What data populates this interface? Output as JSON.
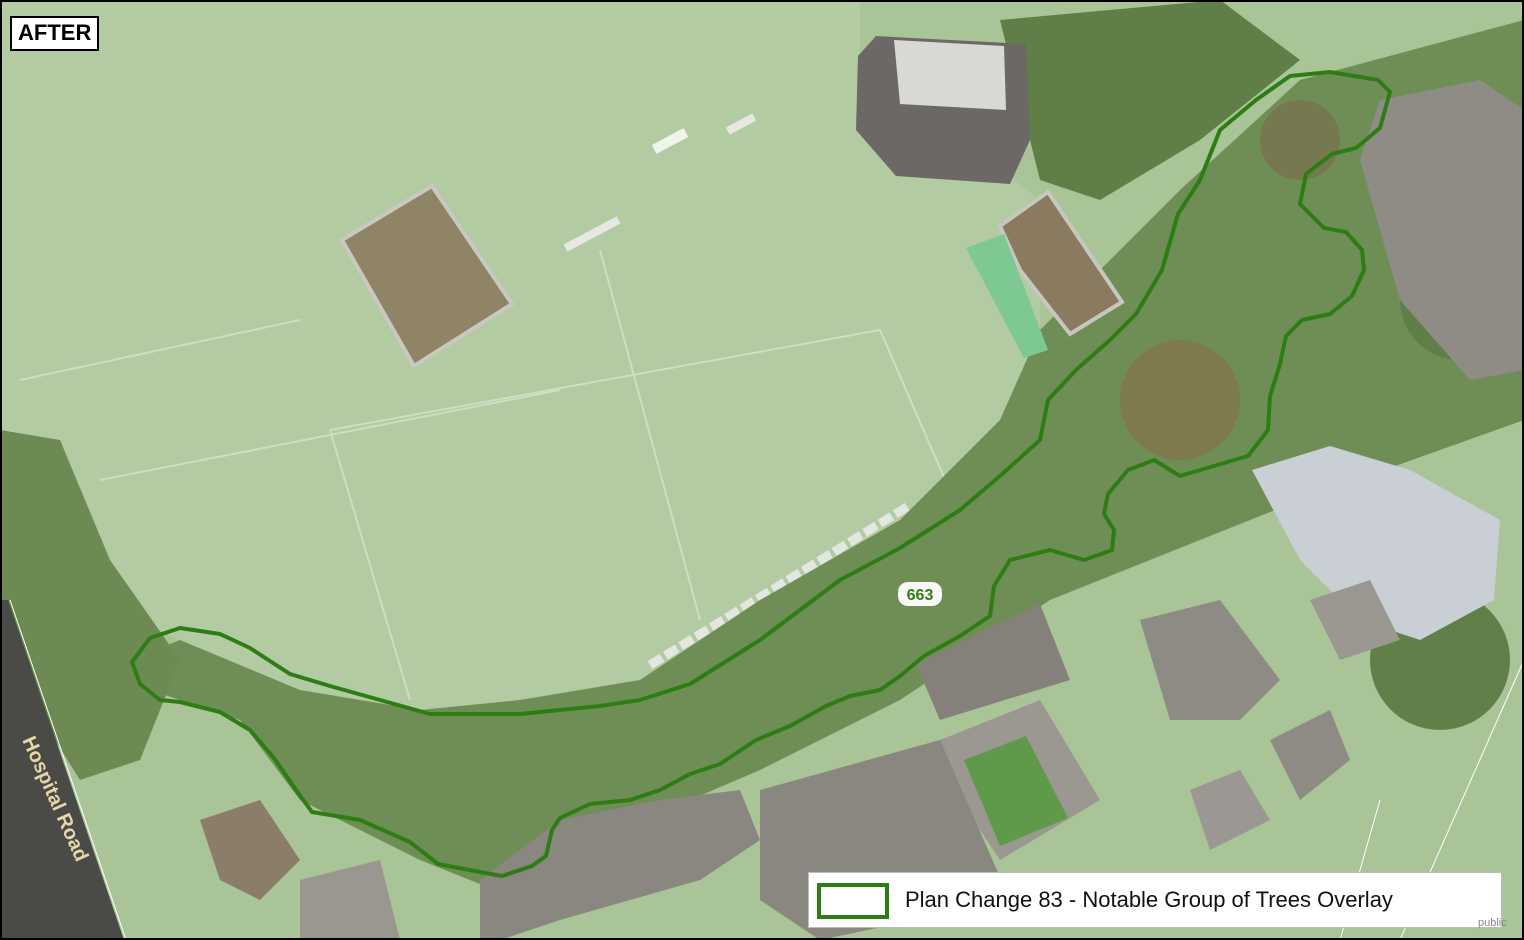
{
  "view_label": "AFTER",
  "road_name": "Hospital Road",
  "overlay_id": "663",
  "legend": {
    "label": "Plan Change 83 - Notable Group of Trees Overlay",
    "outline_color": "#2e7d14"
  },
  "credit": "public",
  "colors": {
    "field": "#a6c394",
    "field_light": "#b8cfa8",
    "trees": "#6e8c55",
    "trees_dark": "#546f40",
    "roof": "#9a9790",
    "roof_light": "#c8ccd0",
    "road": "#4a4a48",
    "overlay": "#2e7d14"
  }
}
